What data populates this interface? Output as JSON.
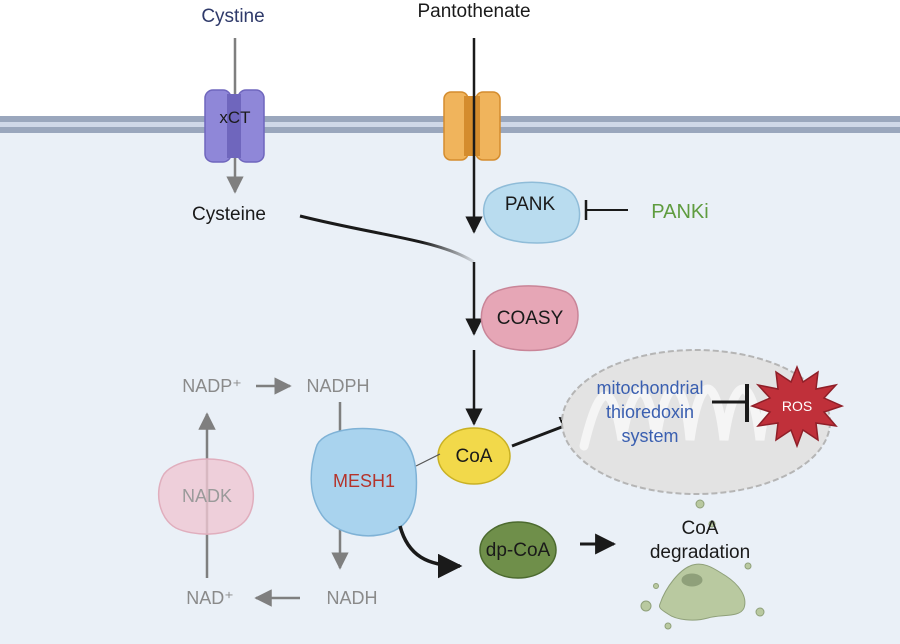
{
  "colors": {
    "membrane_dark": "#9aa7bd",
    "membrane_light": "#cfd8e8",
    "cytoplasm": "#eaf0f7",
    "xct": "#8f87d8",
    "transporter": "#f0b45c",
    "pank": "#b9dcef",
    "coasy": "#e6a6b6",
    "coa": "#f2d94a",
    "dpcoa": "#6f8f4a",
    "mesh1": "#a9d3ee",
    "nadk": "#efc7d2",
    "ros": "#c0303a",
    "mito": "#dcdcdc",
    "text_dark": "#1a1a1a",
    "text_gray": "#8a8a8a",
    "text_navy": "#2f3a6a",
    "text_blue": "#3a5fb0",
    "text_green": "#5f9c3f",
    "text_red": "#b5332b"
  },
  "labels": {
    "cystine": "Cystine",
    "pantothenate": "Pantothenate",
    "xct": "xCT",
    "cysteine": "Cysteine",
    "pank": "PANK",
    "panki": "PANKi",
    "coasy": "COASY",
    "coa": "CoA",
    "mito_line1": "mitochondrial",
    "mito_line2": "thioredoxin",
    "mito_line3": "system",
    "ros": "ROS",
    "nadp_plus": "NADP⁺",
    "nadph": "NADPH",
    "nadk": "NADK",
    "mesh1": "MESH1",
    "nad_plus": "NAD⁺",
    "nadh": "NADH",
    "dpcoa": "dp-CoA",
    "degradation_line1": "CoA",
    "degradation_line2": "degradation"
  }
}
